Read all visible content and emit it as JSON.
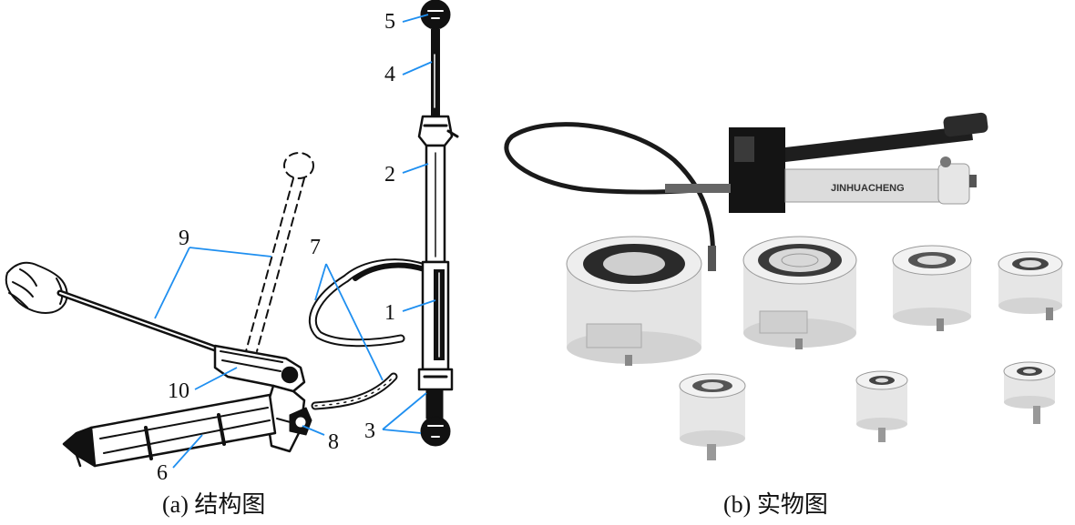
{
  "panel_a": {
    "caption": "(a) 结构图",
    "labels": {
      "l1": "1",
      "l2": "2",
      "l3": "3",
      "l4": "4",
      "l5": "5",
      "l6": "6",
      "l7": "7",
      "l8": "8",
      "l9": "9",
      "l10": "10"
    }
  },
  "panel_b": {
    "caption": "(b) 实物图",
    "pump_brand": "JINHUACHENG"
  }
}
